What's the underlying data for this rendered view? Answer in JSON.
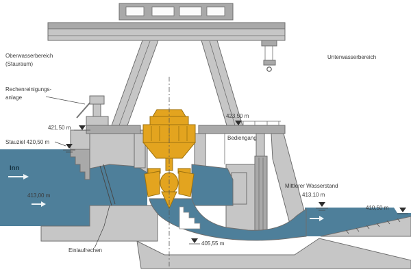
{
  "diagram": {
    "title": "hydro-power-plant-cross-section",
    "labels": {
      "oberwasser_1": "Oberwasserbereich",
      "oberwasser_2": "(Stauraum)",
      "unterwasser": "Unterwasserbereich",
      "rechen_1": "Rechenreinigungs-",
      "rechen_2": "anlage",
      "level_deck_left": "421,50 m",
      "stauziel": "Stauziel 420,50 m",
      "river": "Inn",
      "level_upstream": "413,00 m",
      "level_deck_right": "423,50 m",
      "bediengang": "Bediengang",
      "mittel_1": "Mittlerer Wasserstand",
      "mittel_2": "413,10 m",
      "level_tail_right": "410,50 m",
      "level_drafttube": "405,55 m",
      "einlaufrechen": "Einlaufrechen"
    }
  },
  "colors": {
    "water": "#4e7f9a",
    "concrete_light": "#c6c6c6",
    "concrete_mid": "#a9a9a9",
    "outline": "#6e6e6e",
    "turbine": "#e3a41f",
    "turbine_dark": "#9c7210",
    "text": "#3a3a3a"
  }
}
